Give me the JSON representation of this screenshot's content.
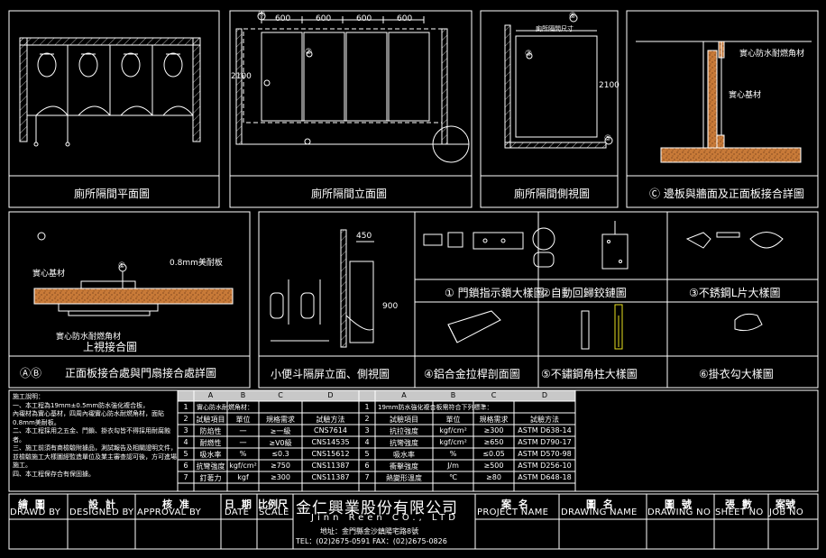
{
  "panels": {
    "plan_view": "廁所隔間平面圖",
    "elevation_view": "廁所隔間立面圖",
    "side_view": "廁所隔間側視圖",
    "edge_detail": "Ⓒ 邊板與牆面及正面板接合詳圖",
    "joint_detail": "正面板接合處與門扇接合處詳圖",
    "joint_detail_marks": "ⒶⒷ",
    "urinal_view": "小便斗隔屏立面、側視圖",
    "lock_detail": "① 門鎖指示鎖大樣圖",
    "hinge_detail": "②自動回歸鉸鏈圖",
    "bracket_detail": "③不銹鋼L片大樣圖",
    "rail_detail": "④鋁合金拉桿剖面圖",
    "post_detail": "⑤不鏽鋼角柱大樣圖",
    "hook_detail": "⑥掛衣勾大樣圖"
  },
  "dims": {
    "w600a": "600",
    "w600b": "600",
    "w600c": "600",
    "w600d": "600",
    "h2100a": "2100",
    "h2100b": "2100",
    "h450": "450",
    "h900": "900",
    "side_top": "廁所隔間尺寸"
  },
  "callouts": {
    "edge_top": "實心防水耐燃角材",
    "edge_core": "實心基材",
    "joint_core": "實心基材",
    "joint_sheet": "0.8mm美耐板",
    "joint_bottom": "實心防水耐燃角材",
    "joint_sub": "上視接合圖",
    "n1": "①",
    "n2": "②",
    "n3": "③",
    "n4": "④",
    "n5": "⑤",
    "n6": "⑥"
  },
  "notes": {
    "title": "施工說明：",
    "lines": [
      "一、本工程為19mm±0.5mm防水強化複合板，",
      "內襯材為實心基材，四周內襯實心防水耐燃角材，面貼0.8mm美耐板。",
      "二、本工程採用之五金、門鎖、掛衣勾皆不得採用耐腐蝕者。",
      "三、施工前須有商檢驗附據品，測試報告及相關證明文件，並檢驗施工大樣圖經監造單位及業主審查認可後，方可進場施工。",
      "四、本工程保存合有保固據。"
    ]
  },
  "table1": {
    "cols": [
      "A",
      "B",
      "C",
      "D"
    ],
    "title": "實心防水耐燃角材：",
    "header": [
      "試驗項目",
      "單位",
      "規格需求",
      "試驗方法"
    ],
    "rows": [
      [
        "防焰性",
        "一",
        "≥一級",
        "CNS7614"
      ],
      [
        "耐燃性",
        "一",
        "≥V0級",
        "CNS14535"
      ],
      [
        "吸水率",
        "%",
        "≤0.3",
        "CNS15612"
      ],
      [
        "抗彎強度",
        "kgf/cm²",
        "≥750",
        "CNS11387"
      ],
      [
        "釘著力",
        "kgf",
        "≥300",
        "CNS11387"
      ]
    ],
    "row_nums": [
      "1",
      "2",
      "3",
      "4",
      "5",
      "6",
      "7"
    ]
  },
  "table2": {
    "cols": [
      "A",
      "B",
      "C",
      "D"
    ],
    "title": "19mm防水強化複合板需符合下列標準：",
    "header": [
      "試驗項目",
      "單位",
      "規格需求",
      "試驗方法"
    ],
    "rows": [
      [
        "抗拉強度",
        "kgf/cm²",
        "≥300",
        "ASTM D638-14"
      ],
      [
        "抗彎強度",
        "kgf/cm²",
        "≥650",
        "ASTM D790-17"
      ],
      [
        "吸水率",
        "%",
        "≤0.05",
        "ASTM D570-98"
      ],
      [
        "衝擊強度",
        "J/m",
        "≥500",
        "ASTM D256-10"
      ],
      [
        "熱變形溫度",
        "℃",
        "≥80",
        "ASTM D648-18"
      ]
    ],
    "row_nums": [
      "1",
      "2",
      "3",
      "4",
      "5",
      "6",
      "7"
    ]
  },
  "title_block": {
    "drawn_zh": "繪 圖",
    "drawn_en": "DRAWD BY",
    "designed_zh": "設 計",
    "designed_en": "DESIGNED BY",
    "approval_zh": "核 准",
    "approval_en": "APPROVAL BY",
    "date_zh": "日 期",
    "date_en": "DATE",
    "scale_zh": "比例尺",
    "scale_en": "SCALE",
    "company_zh": "金仁興業股份有限公司",
    "company_en": "Jinn Reen CO., LTD",
    "address": "地址：金門縣金沙鎮陽宅路8號",
    "phone": "TEL：(02)2675-0591 FAX：(02)2675-0826",
    "project_zh": "案 名",
    "project_en": "PROJECT NAME",
    "drawing_zh": "圖 名",
    "drawing_en": "DRAWING NAME",
    "drawing_no_zh": "圖 號",
    "drawing_no_en": "DRAWING NO",
    "sheet_zh": "張 數",
    "sheet_en": "SHEET NO",
    "job_zh": "案號",
    "job_en": "JOB NO"
  },
  "colors": {
    "background": "#000000",
    "line": "#ffffff",
    "fill_core": "#c87a38",
    "accent_yellow": "#e8e020",
    "header_fill": "#c8c8c8"
  }
}
